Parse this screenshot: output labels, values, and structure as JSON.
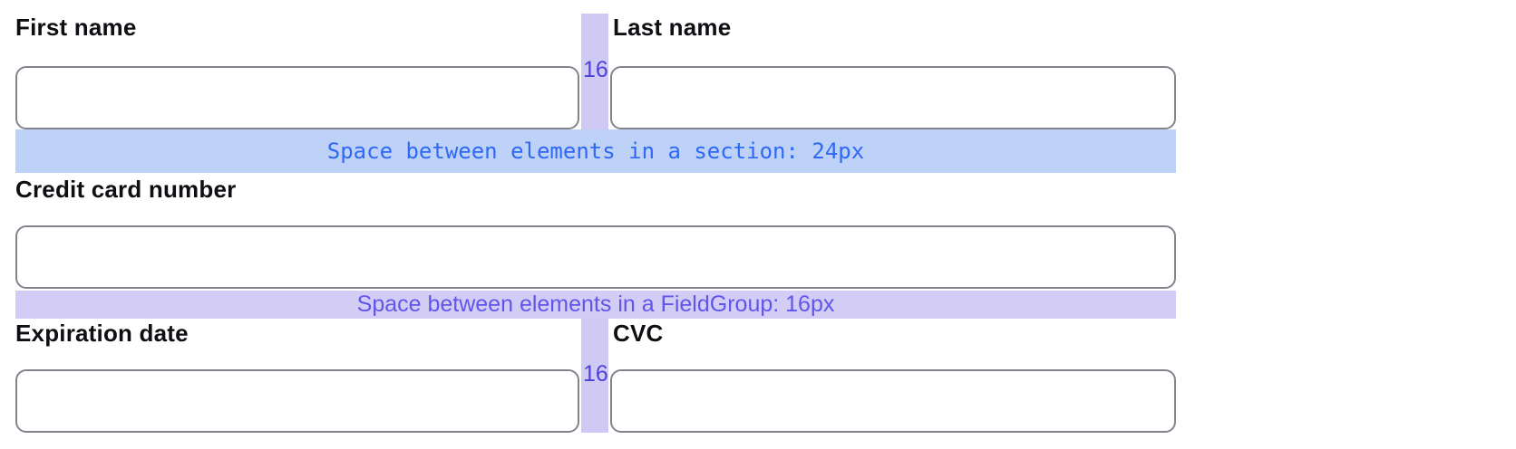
{
  "form": {
    "first_name_label": "First name",
    "last_name_label": "Last name",
    "card_number_label": "Credit card number",
    "expiration_label": "Expiration date",
    "cvc_label": "CVC",
    "first_name_value": "",
    "last_name_value": "",
    "card_number_value": "",
    "expiration_value": "",
    "cvc_value": ""
  },
  "spacing_annotations": {
    "section_band_label": "Space between elements in a section: 24px",
    "fieldgroup_band_label": "Space between elements in a FieldGroup: 16px",
    "column_gap_top": "16",
    "column_gap_bottom": "16"
  },
  "colors": {
    "label_text": "#0e0e13",
    "input_border": "#83838d",
    "section_band_bg": "#bed2f8",
    "section_band_text": "#2e68f5",
    "fieldgroup_band_bg": "#d3cdf5",
    "fieldgroup_band_text": "#6056e8",
    "gap_bar_bg": "#cfc9f3",
    "gap_number_text": "#4c41dc"
  }
}
